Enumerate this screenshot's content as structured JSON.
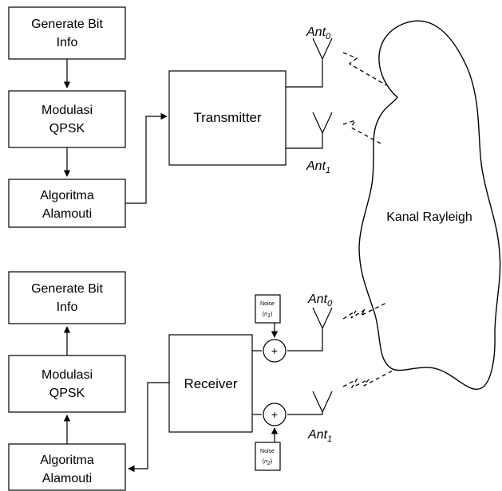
{
  "transmit_chain": {
    "generate_line1": "Generate Bit",
    "generate_line2": "Info",
    "modulation_line1": "Modulasi",
    "modulation_line2": "QPSK",
    "algorithm_line1": "Algoritma",
    "algorithm_line2": "Alamouti",
    "transmitter": "Transmitter"
  },
  "receive_chain": {
    "generate_line1": "Generate Bit",
    "generate_line2": "Info",
    "modulation_line1": "Modulasi",
    "modulation_line2": "QPSK",
    "algorithm_line1": "Algoritma",
    "algorithm_line2": "Alamouti",
    "receiver": "Receiver"
  },
  "antennas": {
    "base": "Ant",
    "sub0": "0",
    "sub1": "1"
  },
  "channel": {
    "label": "Kanal Rayleigh"
  },
  "noise": {
    "label": "Noise",
    "n1_open": "(",
    "n1_var": "n",
    "n1_sub": "1",
    "n1_close": ")",
    "n2_open": "(",
    "n2_var": "n",
    "n2_sub": "2",
    "n2_close": ")",
    "sum_symbol": "+"
  }
}
